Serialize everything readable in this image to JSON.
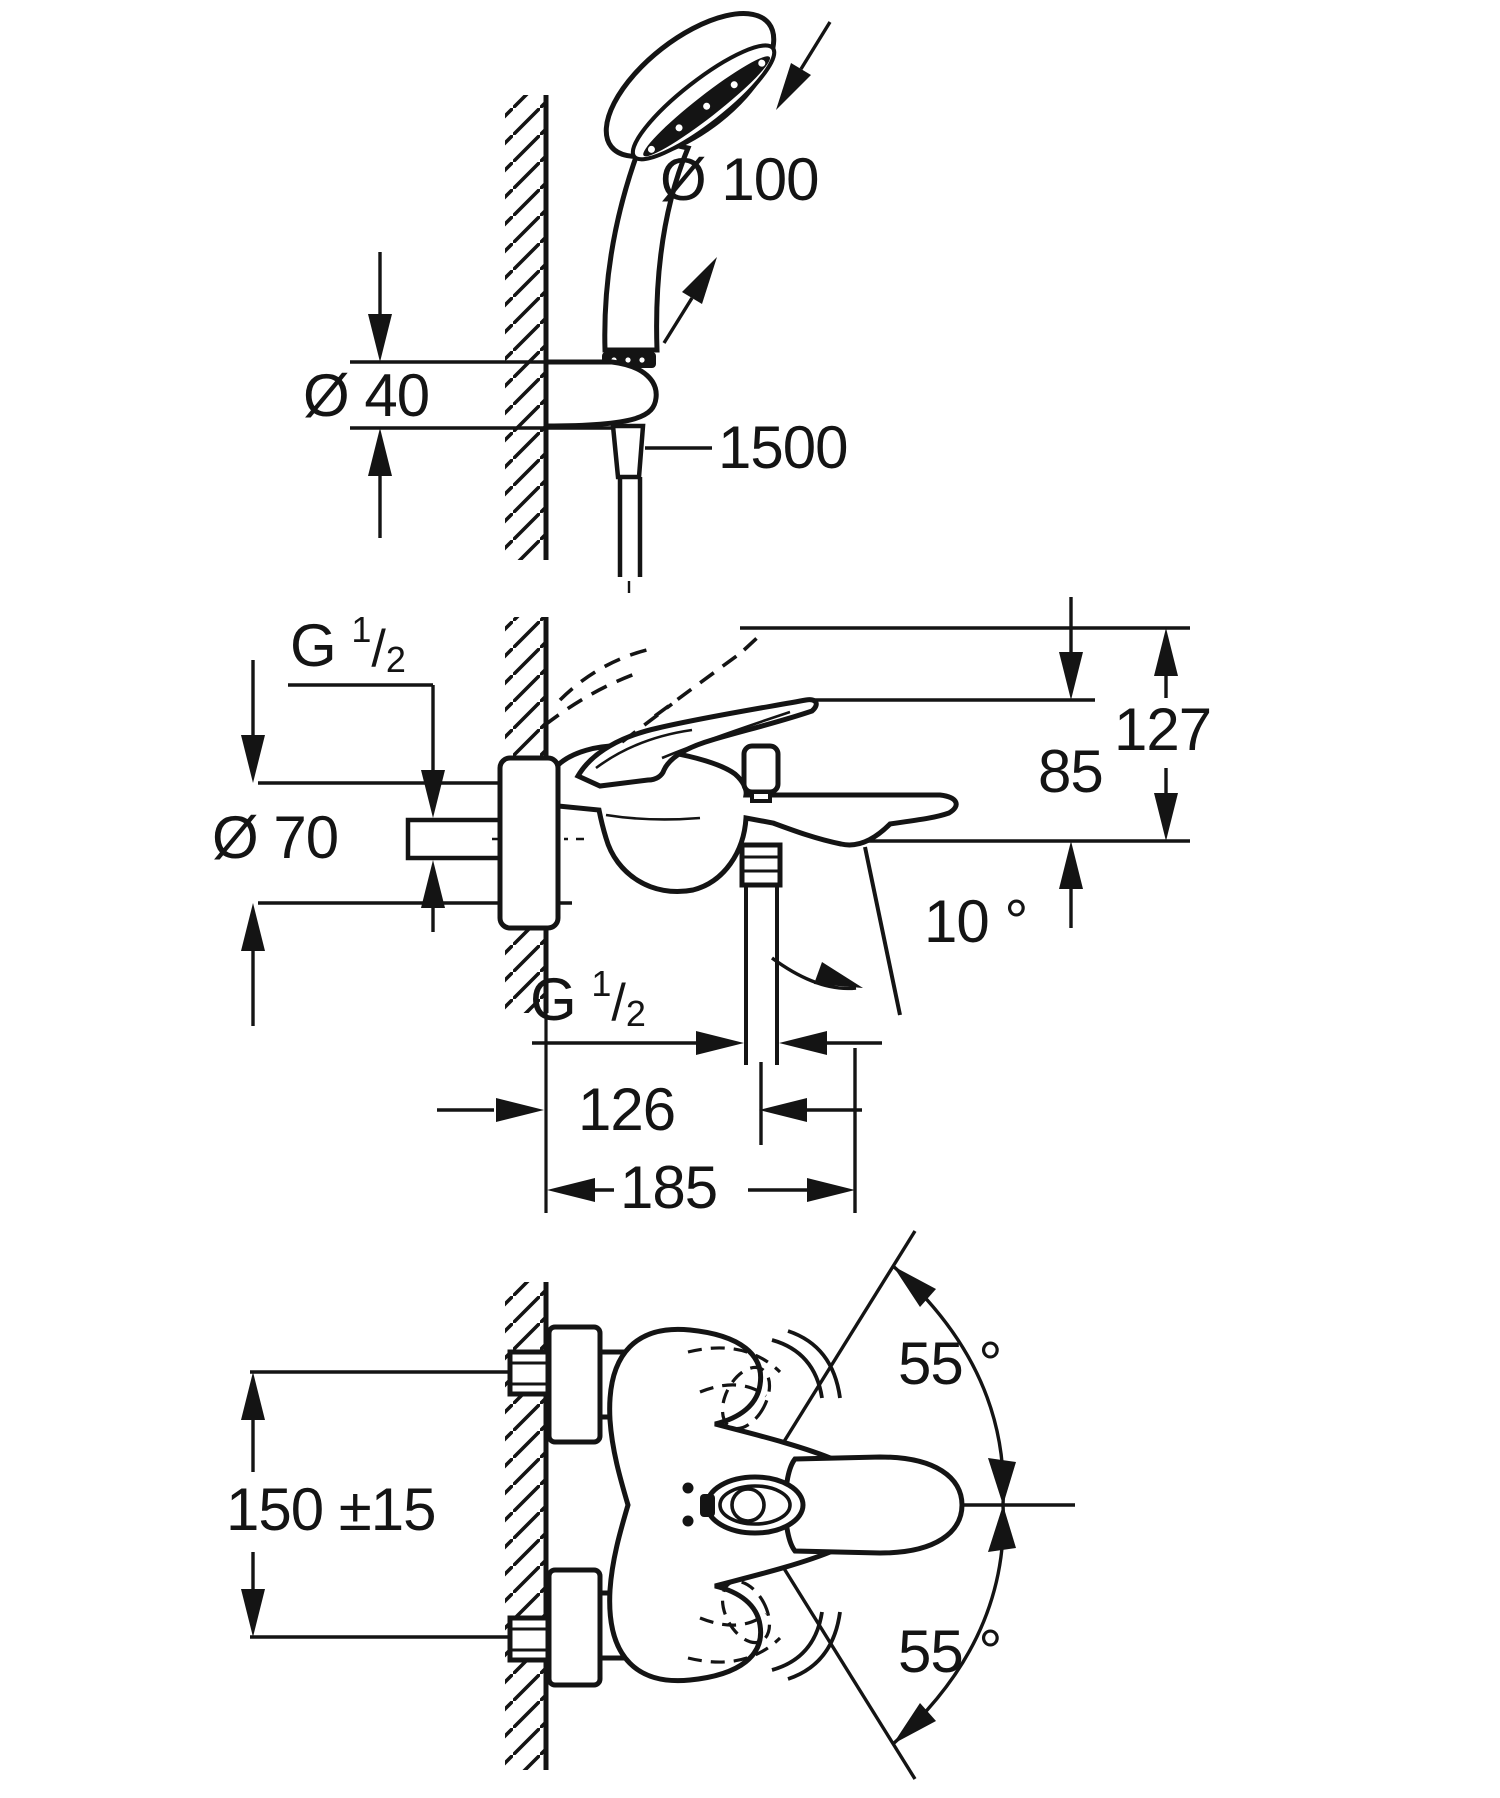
{
  "drawing": {
    "kind": "technical-dimension-drawing",
    "subject": "wall-mounted single-lever bath/shower mixer with hand shower set",
    "background": "#ffffff",
    "ink": "#141414",
    "views": [
      "hand-shower-with-wall-bracket-side-view",
      "mixer-side-elevation",
      "mixer-front-elevation"
    ],
    "parts": [
      "shower-head",
      "shower-handle",
      "wall-bracket",
      "shower-hose",
      "wall-section-hatched",
      "supply-nipple",
      "union-nut",
      "escutcheon",
      "mixer-body",
      "lever-handle",
      "diverter-knob",
      "spout",
      "shower-outlet",
      "s-union-top",
      "s-union-bottom"
    ]
  },
  "labels": {
    "head_diameter": "Ø 100",
    "bracket_diameter": "Ø 40",
    "hose_length": "1500",
    "escutcheon_diameter": "Ø 70",
    "height_total": "127",
    "height_to_spout": "85",
    "spray_angle": "10 °",
    "outlet_offset": "126",
    "spout_reach": "185",
    "connection_centres": "150 ±15",
    "swing_upper": "55 °",
    "swing_lower": "55 °",
    "thread_top": {
      "prefix": "G",
      "num": "1",
      "slash": "/",
      "den": "2"
    },
    "thread_bottom": {
      "prefix": "G",
      "num": "1",
      "slash": "/",
      "den": "2"
    }
  }
}
